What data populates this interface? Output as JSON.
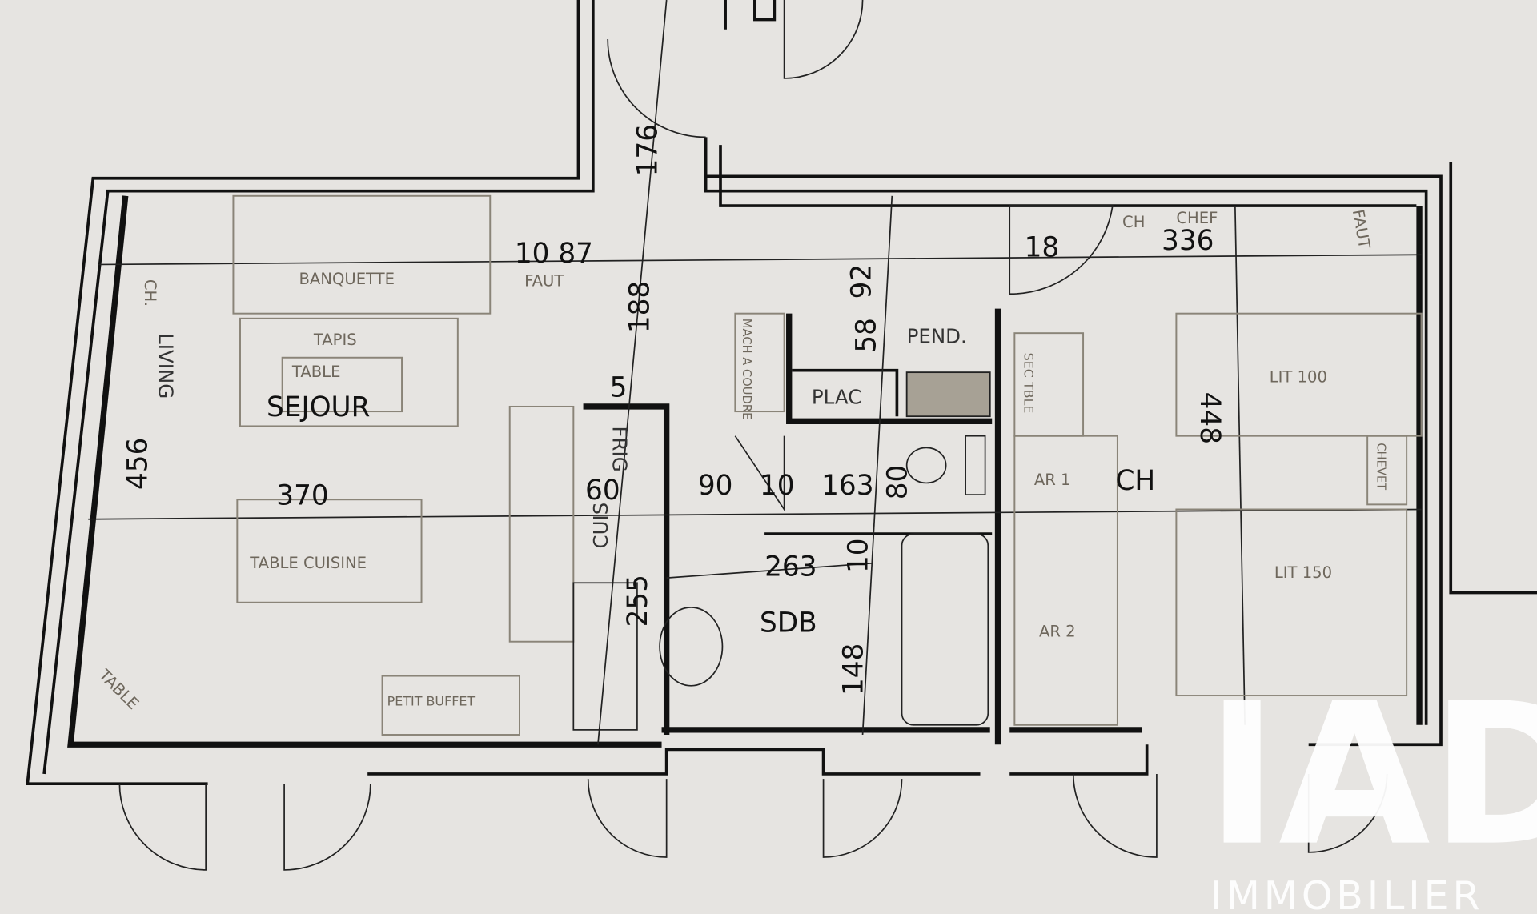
{
  "dimensions": {
    "d1087": "10 87",
    "d176": "176",
    "d188": "188",
    "d18": "18",
    "d336": "336",
    "d92": "92",
    "d58": "58",
    "d456": "456",
    "d370": "370",
    "d60": "60",
    "d255": "255",
    "d90": "90",
    "d10a": "10",
    "d163": "163",
    "d80": "80",
    "d263": "263",
    "d10b": "10",
    "d148": "148",
    "d448": "448",
    "d5": "5"
  },
  "rooms": {
    "sejour": "SEJOUR",
    "sdb": "SDB",
    "ch": "CH",
    "living": "LIVING",
    "plac": "PLAC",
    "pend": "PEND.",
    "frig": "FRIG",
    "cuis": "CUIS"
  },
  "furniture": {
    "banquette": "BANQUETTE",
    "faut1": "FAUT",
    "tapis": "TAPIS",
    "table_sejour": "TABLE",
    "table_cuisine": "TABLE CUISINE",
    "ch_left": "CH.",
    "mach_coudre": "MACH A COUDRE",
    "petit_buffet": "PETIT BUFFET",
    "table_corner": "TABLE",
    "sec_table": "SEC TBLE",
    "ar1": "AR 1",
    "ar2": "AR 2",
    "lit100": "LIT 100",
    "lit150": "LIT 150",
    "chevet": "CHEVET",
    "ch_top": "CH",
    "chef": "CHEF",
    "faut2": "FAUT"
  },
  "watermark": {
    "logo": "IAD",
    "tagline": "IMMOBILIER"
  }
}
